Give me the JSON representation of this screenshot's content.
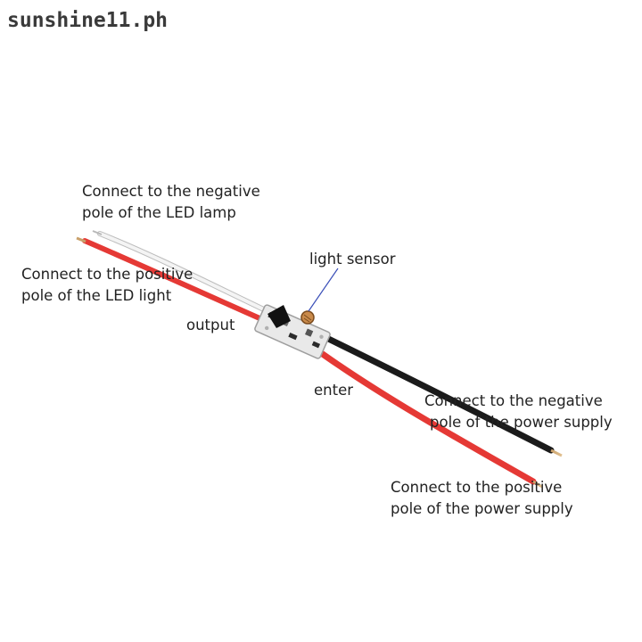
{
  "watermark": "sunshine11.ph",
  "labels": {
    "led_negative": {
      "line1": "Connect to the negative",
      "line2": "pole of the LED lamp"
    },
    "led_positive": {
      "line1": "Connect to the positive",
      "line2": "pole of the LED light"
    },
    "light_sensor": "light sensor",
    "output": "output",
    "enter": "enter",
    "supply_negative": {
      "line1": "Connect to the negative",
      "line2": "pole of the power supply"
    },
    "supply_positive": {
      "line1": "Connect to the positive",
      "line2": "pole of the power supply"
    }
  },
  "colors": {
    "red_wire": "#e53935",
    "black_wire": "#1b1b1b",
    "white_wire": "#e6e6e6",
    "board": "#ececec",
    "pointer_line": "#3a4fb8"
  }
}
